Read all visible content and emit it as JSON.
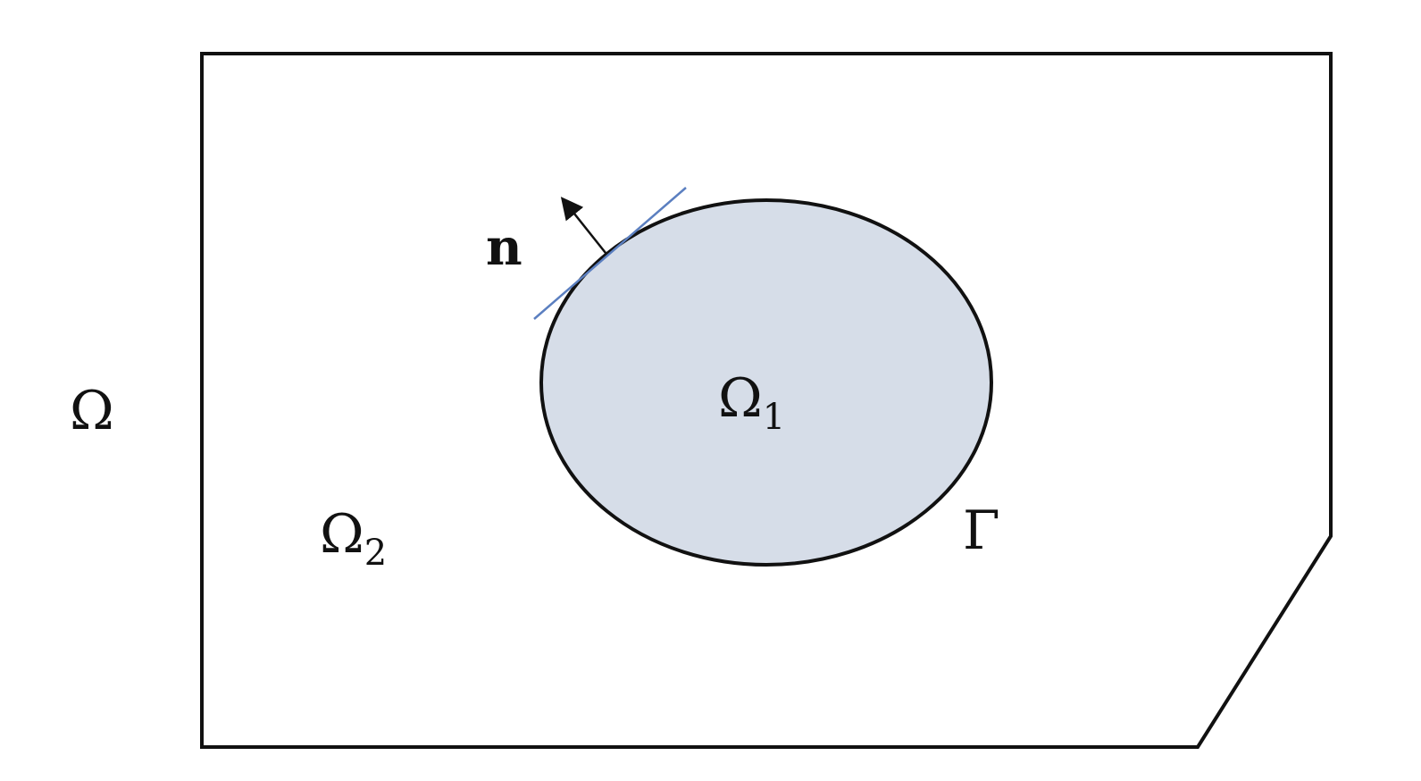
{
  "labels": {
    "domain": "Ω",
    "inner_region_symbol": "Ω",
    "inner_region_subscript": "1",
    "outer_region_symbol": "Ω",
    "outer_region_subscript": "2",
    "interface": "Γ",
    "normal": "n"
  },
  "colors": {
    "stroke": "#111111",
    "inner_fill": "#d6dde8",
    "tangent_line": "#5b7fc0",
    "background": "#ffffff"
  }
}
